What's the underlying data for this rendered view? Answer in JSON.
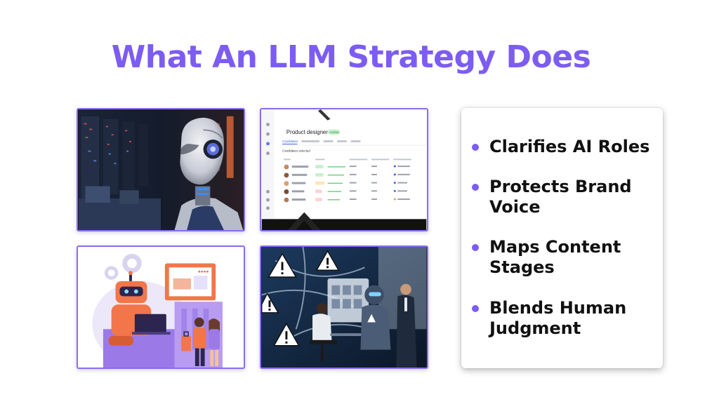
{
  "slide": {
    "title": "What An LLM Strategy Does",
    "accent_color": "#7c5cf2",
    "bullets": [
      {
        "label": "Clarifies AI Roles"
      },
      {
        "label": "Protects Brand Voice"
      },
      {
        "label": "Maps Content Stages"
      },
      {
        "label": "Blends Human Judgment"
      }
    ]
  },
  "images": {
    "robot_photo": {
      "icon": "humanoid-robot-in-server-room"
    },
    "dashboard": {
      "icon": "hiring-dashboard-screenshot",
      "job_title": "Product designer",
      "status_badge": "Active",
      "tab_active": "Candidates",
      "section_heading": "Candidates selected"
    },
    "illustration": {
      "icon": "robot-with-laptop-and-couple-illustration"
    },
    "office": {
      "icon": "robot-and-worker-with-warning-signs"
    }
  }
}
